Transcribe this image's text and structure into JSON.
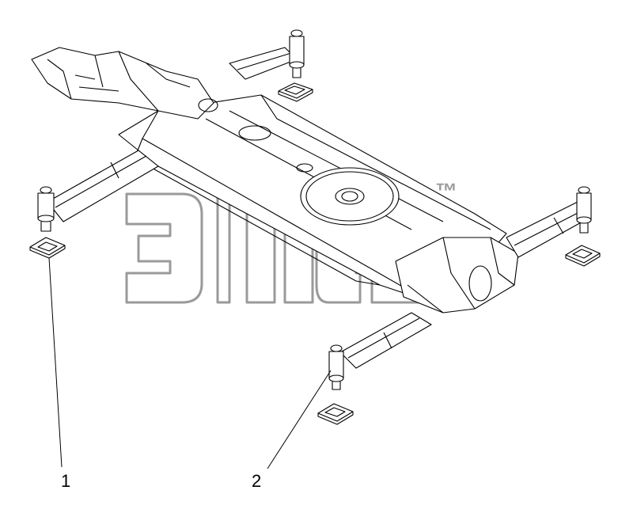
{
  "callouts": [
    {
      "id": "1",
      "label": "1"
    },
    {
      "id": "2",
      "label": "2"
    }
  ],
  "watermark": {
    "trademark": "™",
    "color": "#9a9a9a",
    "logo": "эпс"
  },
  "colors": {
    "line": "#000000",
    "background": "#ffffff",
    "watermark": "#9a9a9a"
  }
}
